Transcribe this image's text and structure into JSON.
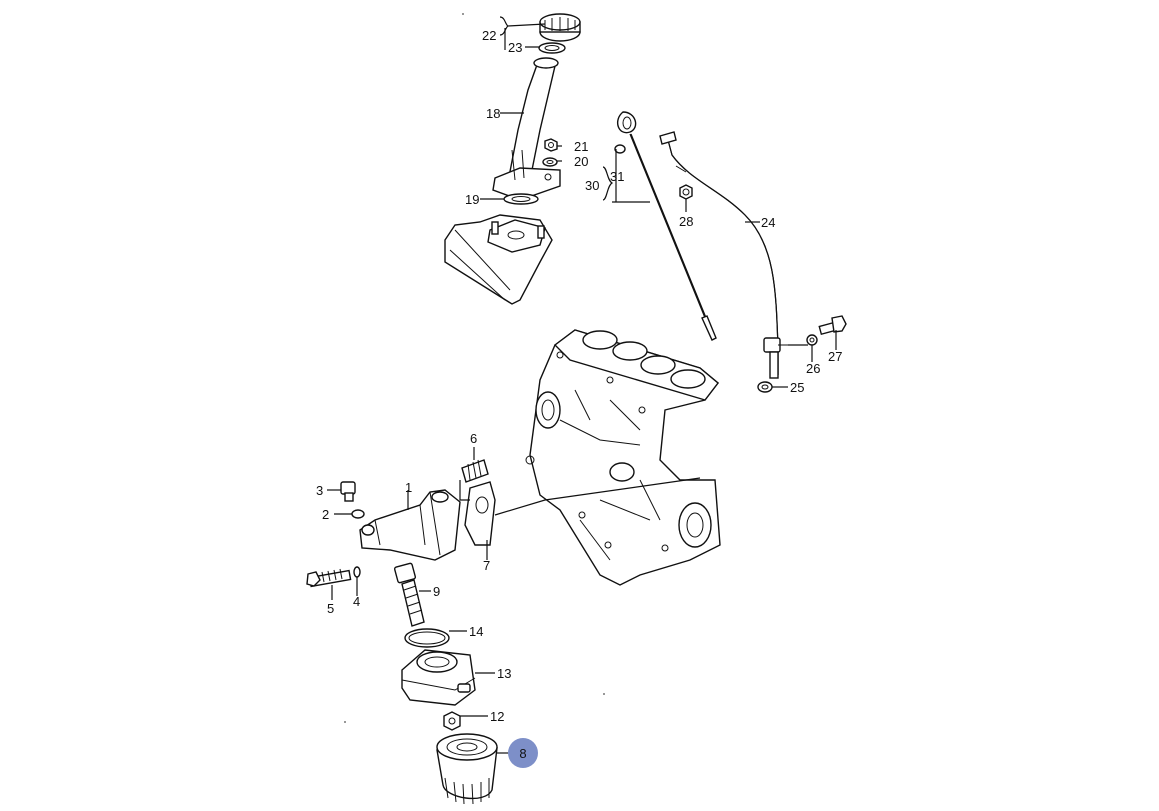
{
  "diagram": {
    "callouts": {
      "c1": "1",
      "c2": "2",
      "c3": "3",
      "c4": "4",
      "c5": "5",
      "c6": "6",
      "c7": "7",
      "c8": "8",
      "c9": "9",
      "c12": "12",
      "c13": "13",
      "c14": "14",
      "c18": "18",
      "c19": "19",
      "c20": "20",
      "c21": "21",
      "c22": "22",
      "c23": "23",
      "c24": "24",
      "c25": "25",
      "c26": "26",
      "c27": "27",
      "c28": "28",
      "c30": "30",
      "c31": "31"
    },
    "highlighted_callout": "8",
    "colors": {
      "highlight": "#7d8fc8",
      "line": "#111111",
      "background": "#ffffff"
    }
  }
}
